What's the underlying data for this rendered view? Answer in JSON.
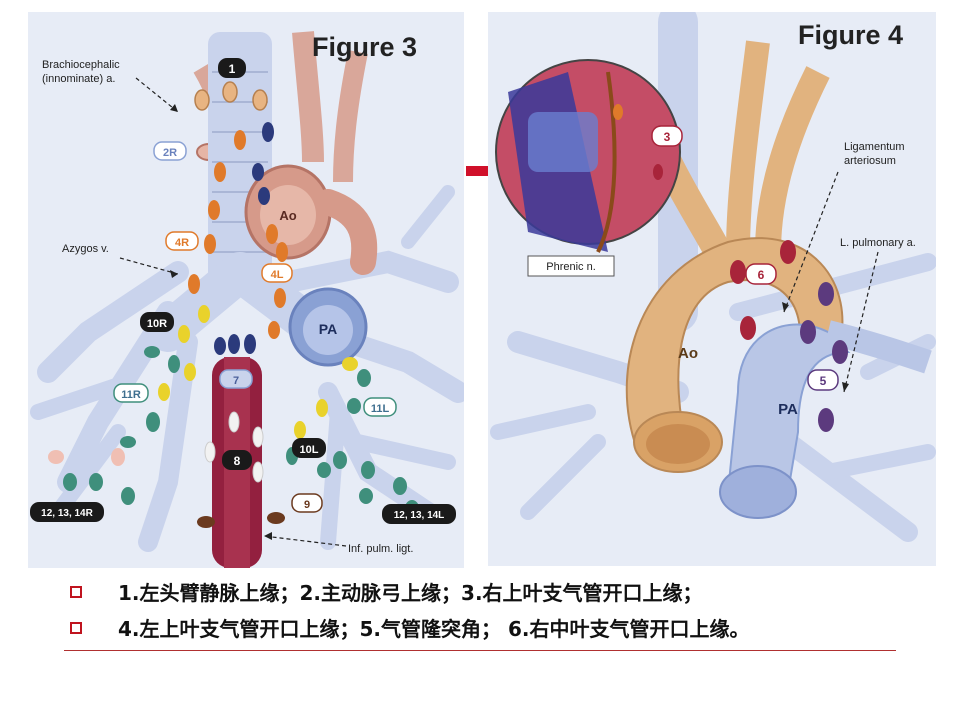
{
  "figure3": {
    "title": "Figure 3",
    "labels": {
      "brachiocephalic_line1": "Brachiocephalic",
      "brachiocephalic_line2": "(innominate) a.",
      "azygos": "Azygos v.",
      "inf_pulm": "Inf. pulm. ligt.",
      "ao": "Ao",
      "pa": "PA"
    },
    "stations": {
      "s1": "1",
      "s2r": "2R",
      "s4r": "4R",
      "s4l": "4L",
      "s10r": "10R",
      "s7": "7",
      "s11r": "11R",
      "s11l": "11L",
      "s8": "8",
      "s10l": "10L",
      "s9": "9",
      "s12r": "12, 13, 14R",
      "s12l": "12, 13, 14L"
    }
  },
  "figure4": {
    "title": "Figure 4",
    "labels": {
      "ligamentum_line1": "Ligamentum",
      "ligamentum_line2": "arteriosum",
      "lpa": "L. pulmonary a.",
      "phrenic": "Phrenic n.",
      "ao": "Ao",
      "pa": "PA"
    },
    "stations": {
      "s3": "3",
      "s6": "6",
      "s5": "5"
    }
  },
  "bullets": [
    "1.左头臂静脉上缘；2.主动脉弓上缘；3.右上叶支气管开口上缘；",
    "4.左上叶支气管开口上缘；5.气管隆突角； 6.右中叶支气管开口上缘。"
  ],
  "colors": {
    "airway": "#c9d3ec",
    "aorta": "#d69a8a",
    "aorta_fig4": "#e1b37f",
    "esophagus": "#93203f",
    "node_orange": "#e07a2a",
    "node_navy": "#2b3a7c",
    "node_yellow": "#e9d22b",
    "node_teal": "#3f8f7c",
    "node_maroon": "#a8243a",
    "node_purple": "#5c3a7e",
    "accent_red": "#d0102a"
  }
}
